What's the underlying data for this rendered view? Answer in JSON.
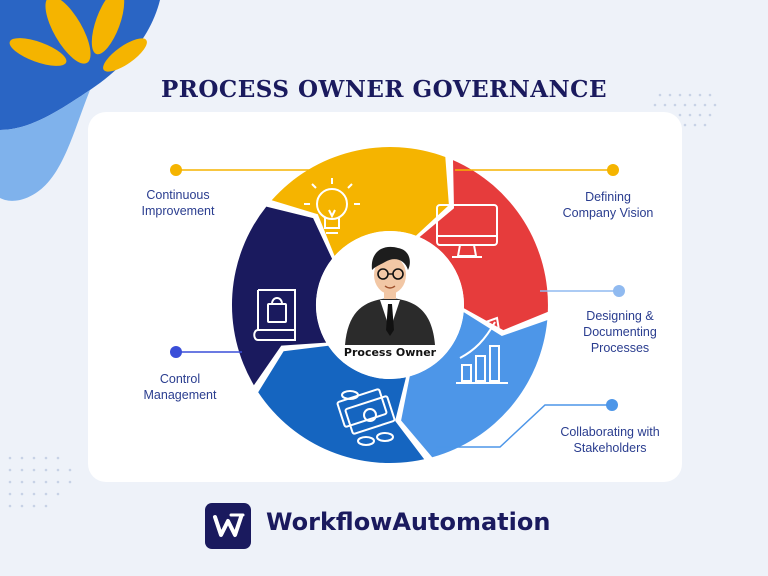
{
  "title": "PROCESS OWNER GOVERNANCE",
  "center": {
    "label": "Process Owner"
  },
  "steps": [
    {
      "label": "Continuous\nImprovement",
      "icon": "lightbulb-icon",
      "color": "#f5b400"
    },
    {
      "label": "Defining\nCompany Vision",
      "icon": "monitor-icon",
      "color": "#e63c3c"
    },
    {
      "label": "Designing &\nDocumenting\nProcesses",
      "icon": "growth-chart-icon",
      "color": "#4d96e8"
    },
    {
      "label": "Collaborating with\nStakeholders",
      "icon": "money-icon",
      "color": "#1565c0"
    },
    {
      "label": "Control\nManagement",
      "icon": "book-icon",
      "color": "#1a1a5e"
    }
  ],
  "brand": {
    "name": "WorkflowAutomation",
    "logo_letter": "W"
  }
}
